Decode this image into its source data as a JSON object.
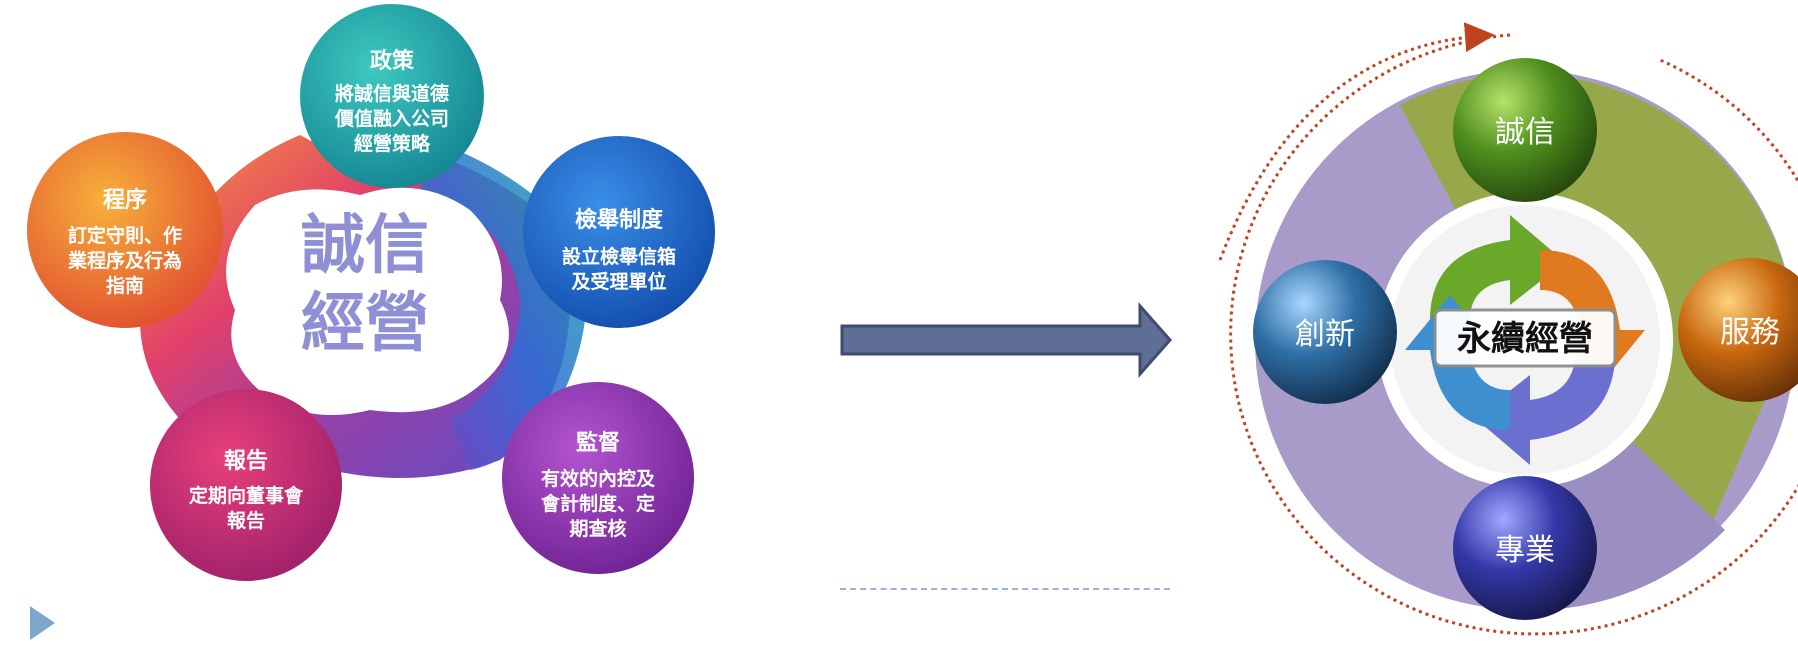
{
  "integrity_wheel": {
    "center": [
      "誠信",
      "經營"
    ],
    "nodes": [
      {
        "title": "政策",
        "lines": [
          "將誠信與道德",
          "價值融入公司",
          "經營策略"
        ]
      },
      {
        "title": "檢舉制度",
        "lines": [
          "設立檢舉信箱",
          "及受理單位"
        ]
      },
      {
        "title": "監督",
        "lines": [
          "有效的內控及",
          "會計制度、定",
          "期查核"
        ]
      },
      {
        "title": "報告",
        "lines": [
          "定期向董事會",
          "報告"
        ]
      },
      {
        "title": "程序",
        "lines": [
          "訂定守則、作",
          "業程序及行為",
          "指南"
        ]
      }
    ]
  },
  "sustainability_cycle": {
    "center": "永續經營",
    "nodes": {
      "top": "誠信",
      "right": "服務",
      "bottom": "專業",
      "left": "創新"
    }
  }
}
